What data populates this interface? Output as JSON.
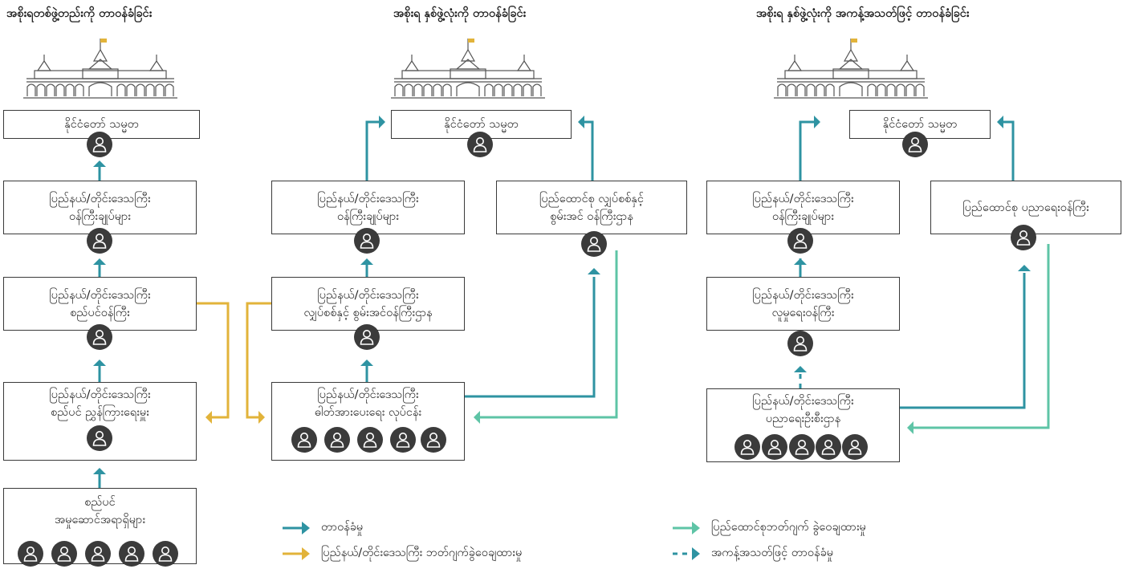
{
  "colors": {
    "teal": "#2e93a2",
    "gold": "#e2b33a",
    "mint": "#5ec4a6",
    "border": "#3a3a3a",
    "avatar": "#3b3b3b"
  },
  "panels": [
    {
      "title": "အစိုးရတစ်ဖွဲ့တည်းကို တာဝန်ခံခြင်း",
      "parliament": "နိုင်ငံတော် သမ္မတ",
      "boxes": [
        "ပြည်နယ်/တိုင်းဒေသကြီး\nဝန်ကြီးချုပ်များ",
        "ပြည်နယ်/တိုင်းဒေသကြီး\nစည်ပင်ဝန်ကြီး",
        "ပြည်နယ်/တိုင်းဒေသကြီး\nစည်ပင် ညွှန်ကြားရေးမှူး",
        "စည်ပင်\nအမှုဆောင်အရာရှိများ"
      ]
    },
    {
      "title": "အစိုးရ နှစ်ဖွဲ့လုံးကို တာဝန်ခံခြင်း",
      "parliament": "နိုင်ငံတော် သမ္မတ",
      "boxes": [
        "ပြည်နယ်/တိုင်းဒေသကြီး\nဝန်ကြီးချုပ်များ",
        "ပြည်နယ်/တိုင်းဒေသကြီး\nလျှပ်စစ်နှင့် စွမ်းအင်ဝန်ကြီးဌာန",
        "ပြည်နယ်/တိုင်းဒေသကြီး\nဓါတ်အားပေးရေး လုပ်ငန်း",
        "ပြည်ထောင်စု လျှပ်စစ်နှင့်\nစွမ်းအင် ဝန်ကြီးဌာန"
      ]
    },
    {
      "title": "အစိုးရ နှစ်ဖွဲ့လုံးကို အကန့်အသတ်ဖြင့် တာဝန်ခံခြင်း",
      "parliament": "နိုင်ငံတော် သမ္မတ",
      "boxes": [
        "ပြည်နယ်/တိုင်းဒေသကြီး\nဝန်ကြီးချုပ်များ",
        "ပြည်နယ်/တိုင်းဒေသကြီး\nလူမှုရေးဝန်ကြီး",
        "ပြည်နယ်/တိုင်းဒေသကြီး\nပညာရေးဦးစီးဌာန",
        "ပြည်ထောင်စု ပညာရေးဝန်ကြီး"
      ]
    }
  ],
  "legend": [
    {
      "label": "တာဝန်ခံမှု",
      "color": "#2e93a2",
      "style": "solid"
    },
    {
      "label": "ပြည်နယ်/တိုင်းဒေသကြီး ဘတ်ဂျက်ခွဲဝေချထားမှု",
      "color": "#e2b33a",
      "style": "solid"
    },
    {
      "label": "ပြည်ထောင်စုဘတ်ဂျက် ခွဲဝေချထားမှု",
      "color": "#5ec4a6",
      "style": "solid"
    },
    {
      "label": "အကန့်အသတ်ဖြင့် တာဝန်ခံမှု",
      "color": "#2e93a2",
      "style": "dashed"
    }
  ]
}
